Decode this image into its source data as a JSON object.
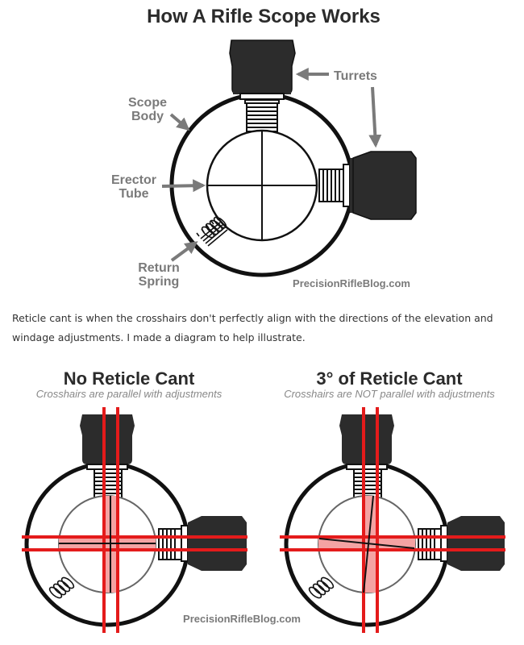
{
  "top": {
    "title": "How A Rifle Scope Works",
    "labels": {
      "turrets": "Turrets",
      "scope_body_1": "Scope",
      "scope_body_2": "Body",
      "erector_1": "Erector",
      "erector_2": "Tube",
      "spring_1": "Return",
      "spring_2": "Spring"
    },
    "credit": "PrecisionRifleBlog.com"
  },
  "paragraph": "Reticle cant is when the crosshairs don't perfectly align with the directions of the elevation and windage adjustments. I made a diagram to help illustrate.",
  "bottom": {
    "left": {
      "title": "No Reticle Cant",
      "subtitle": "Crosshairs are parallel with adjustments"
    },
    "right": {
      "title": "3° of Reticle Cant",
      "subtitle": "Crosshairs are NOT parallel with adjustments"
    },
    "credit": "PrecisionRifleBlog.com"
  },
  "colors": {
    "outline": "#111111",
    "turret": "#2c2c2c",
    "label": "#7a7a7a",
    "red": "#e41b1b",
    "pink": "#f4a3a3"
  }
}
